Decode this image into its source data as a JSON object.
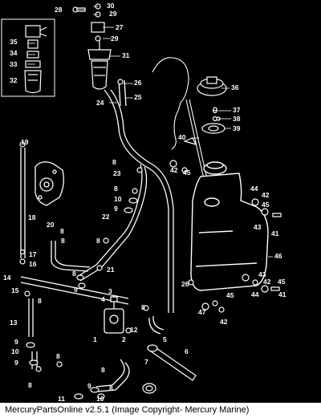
{
  "callouts": [
    "1",
    "2",
    "3",
    "4",
    "5",
    "6",
    "7",
    "8",
    "9",
    "10",
    "11",
    "12",
    "13",
    "14",
    "15",
    "16",
    "17",
    "18",
    "19",
    "20",
    "21",
    "22",
    "23",
    "24",
    "25",
    "26",
    "27",
    "28",
    "29",
    "30",
    "31",
    "32",
    "33",
    "34",
    "35",
    "36",
    "37",
    "38",
    "39",
    "40",
    "41",
    "42",
    "43",
    "44",
    "45",
    "46",
    "47"
  ],
  "footer": {
    "text": "MercuryPartsOnline v2.5.1 (Image Copyright- Mercury Marine)"
  }
}
